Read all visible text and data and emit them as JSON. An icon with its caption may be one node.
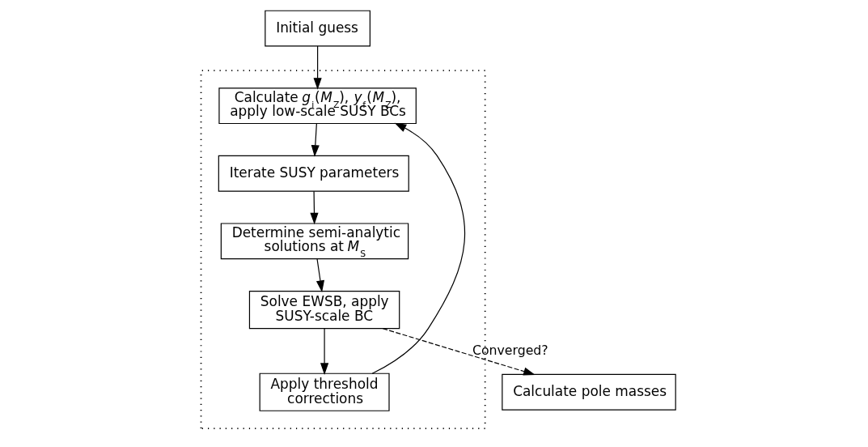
{
  "diagram": {
    "nodes": [
      {
        "text": [
          "Initial guess"
        ]
      },
      {
        "text": [],
        "shape": "box"
      },
      {
        "text": [
          "Calculate *g*$_{i}$(*M*$_{Z}$), *y*$_{f}$(*M*$_{Z}$), apply low-scale SUSY BCs"
        ],
        "in": 1
      },
      {
        "text": [
          "Iterate SUSY parameters"
        ],
        "in": 1
      },
      {
        "text": [
          "Determine semi-analytic solutions at *M*$_{S}$"
        ],
        "in": 1
      },
      {
        "text": [
          "Solve EWSB, apply SUSY-scale BC"
        ],
        "in": 1
      },
      {
        "text": [
          "Apply threshold corrections"
        ],
        "in": 1
      },
      {
        "text": [
          "Calculate pole masses"
        ]
      }
    ],
    "edges": [
      {
        "from": 0,
        "to": 2,
        "arrow": "to"
      },
      {
        "from": 2,
        "to": 3,
        "arrow": "to"
      },
      {
        "from": 3,
        "to": 4,
        "arrow": "to"
      },
      {
        "from": 4,
        "to": 5,
        "arrow": "to"
      },
      {
        "from": 5,
        "to": 6,
        "arrow": "to"
      },
      {
        "from": 6,
        "to": 2,
        "arrow": "to"
      },
      {
        "from": 5,
        "to": 7,
        "arrow": "to",
        "label": "Converged?",
        "style": "dashed"
      }
    ]
  }
}
